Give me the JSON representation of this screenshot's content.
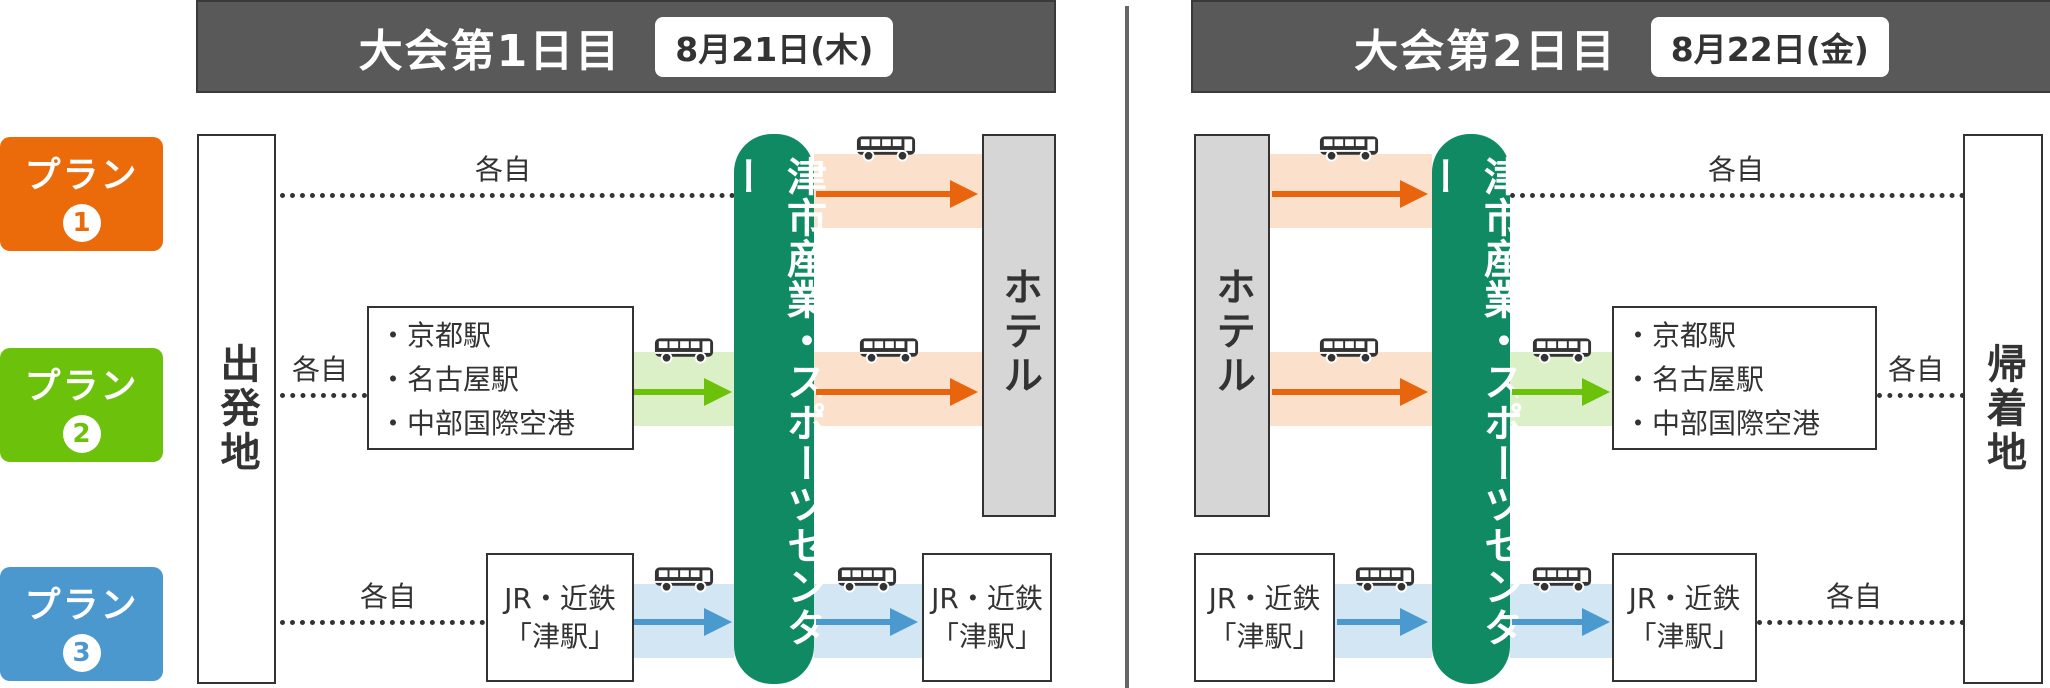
{
  "day1": {
    "title": "大会第1日目",
    "date": "8月21日(木)",
    "origin": "出発地",
    "hotel": "ホテル",
    "venue": "津市産業・スポーツセンター",
    "own_way": "各自",
    "stations": [
      "・京都駅",
      "・名古屋駅",
      "・中部国際空港"
    ],
    "rail_line1": "JR・近鉄",
    "rail_line2": "「津駅」"
  },
  "day2": {
    "title": "大会第2日目",
    "date": "8月22日(金)",
    "destination": "帰着地",
    "hotel": "ホテル",
    "venue": "津市産業・スポーツセンター",
    "own_way": "各自",
    "stations": [
      "・京都駅",
      "・名古屋駅",
      "・中部国際空港"
    ],
    "rail_line1": "JR・近鉄",
    "rail_line2": "「津駅」"
  },
  "plans": [
    {
      "label": "プラン",
      "number": "1",
      "color": "#eb6a0a"
    },
    {
      "label": "プラン",
      "number": "2",
      "color": "#6cc20b"
    },
    {
      "label": "プラン",
      "number": "3",
      "color": "#4a98cd"
    }
  ],
  "colors": {
    "orange_arrow": "#e8650d",
    "orange_band": "#fbe1cc",
    "green_arrow": "#6cc20b",
    "green_band": "#dcf0c8",
    "blue_arrow": "#4a9ad0",
    "blue_band": "#d3e6f4",
    "venue": "#0f8a63",
    "header": "#595959"
  },
  "icons": [
    "bus-icon",
    "arrow-icon"
  ]
}
